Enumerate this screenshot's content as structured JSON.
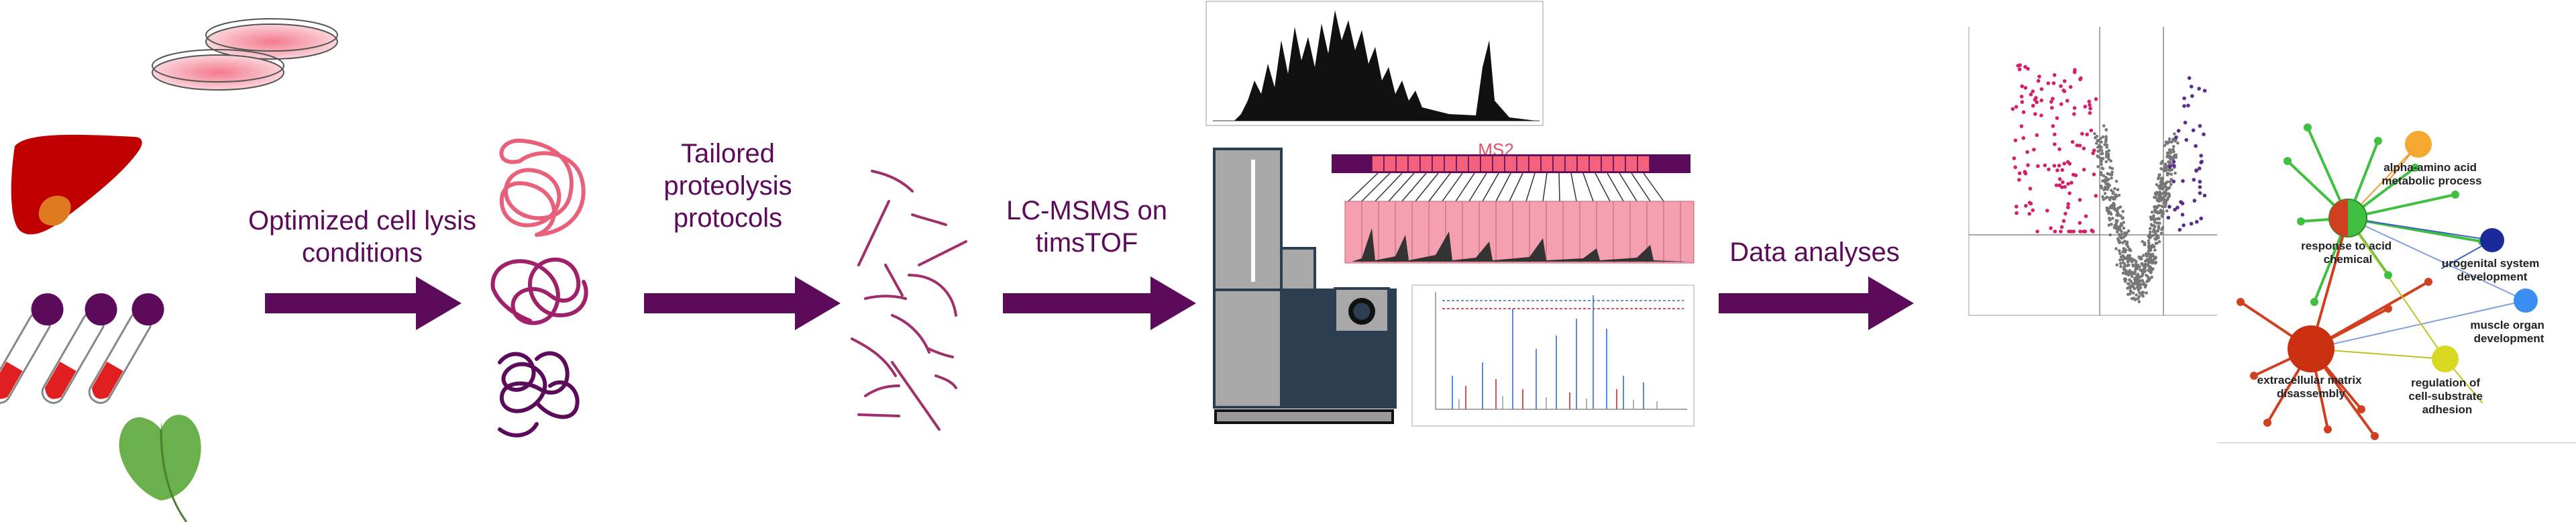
{
  "labels": {
    "lysis": [
      "Optimized cell lysis",
      "conditions"
    ],
    "proteolysis": [
      "Tailored",
      "proteolysis",
      "protocols"
    ],
    "lcms": [
      "LC-MSMS on",
      "timsTOF"
    ],
    "analysis": [
      "Data analyses"
    ],
    "ms2": "MS2"
  },
  "network": {
    "terms": [
      [
        "alpha-amino acid",
        "metabolic process"
      ],
      [
        "response to acid",
        "chemical"
      ],
      [
        "urogenital system",
        "development"
      ],
      [
        "muscle organ",
        "development"
      ],
      [
        "extracellular matrix",
        "disassembly"
      ],
      [
        "regulation of",
        "cell-substrate",
        "adhesion"
      ]
    ]
  },
  "colors": {
    "arrow": "#5c0a5a",
    "text": "#5c0a5a",
    "peptide": "#a0306a",
    "protein_light": "#e8607a",
    "protein_mid": "#a0206a",
    "protein_dark": "#5c0a5a",
    "up": "#d4206a",
    "down": "#5c2c8c",
    "ms1_band": "#f5a0b0",
    "instrument_light": "#a8a8a8",
    "instrument_dark": "#2d3e50"
  },
  "icons": [
    "petri-dish-icon",
    "liver-icon",
    "test-tube-icon",
    "leaf-icon",
    "mass-spectrometer-icon"
  ]
}
